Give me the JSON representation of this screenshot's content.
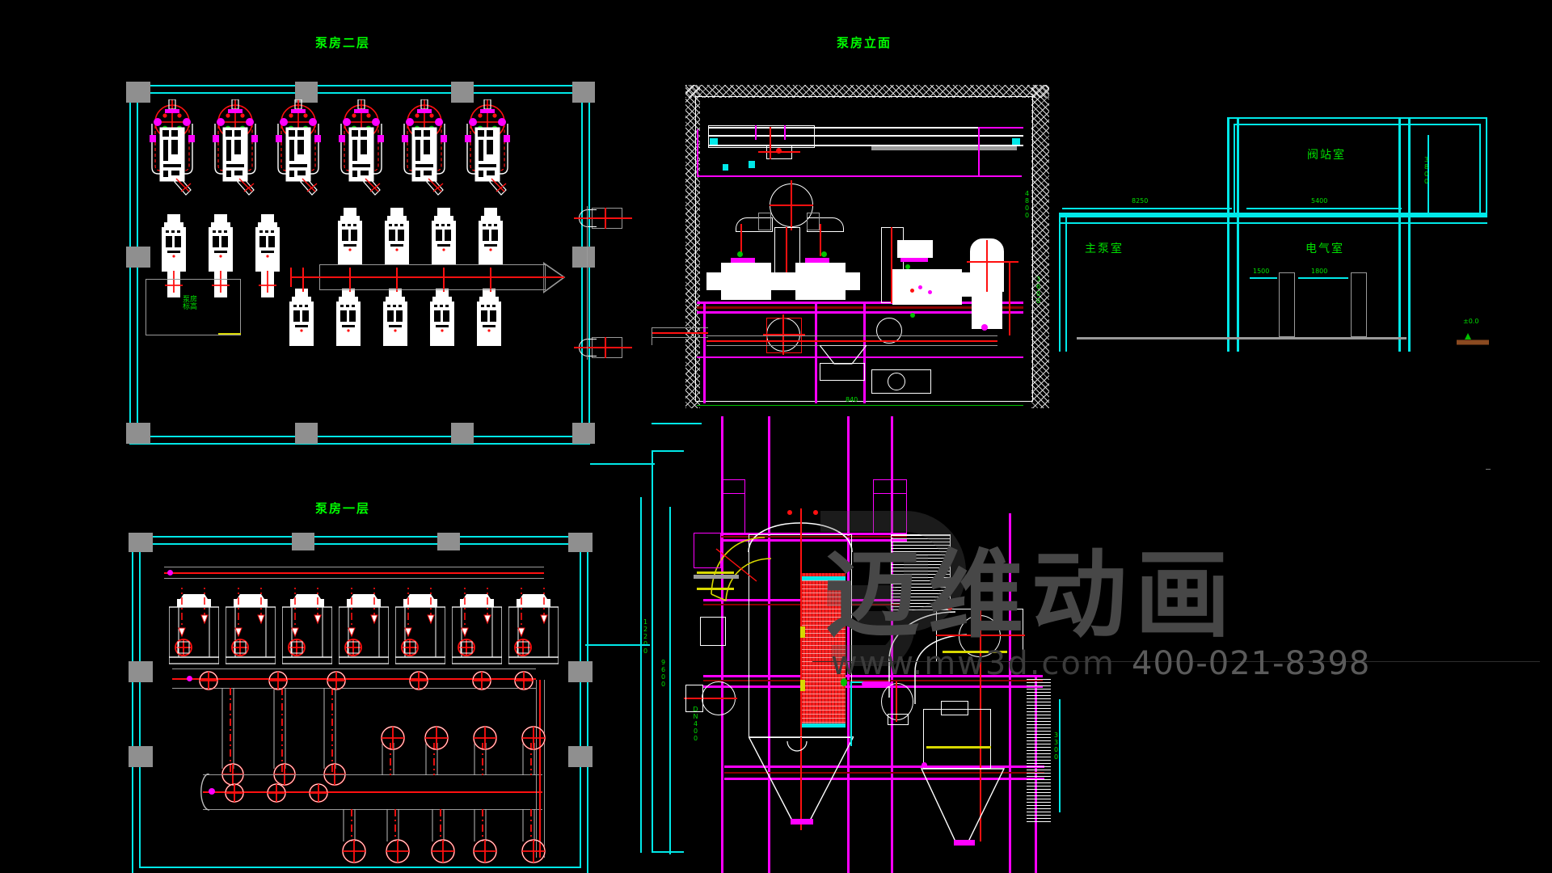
{
  "document": {
    "type": "cad-drawing",
    "background_color": "#000000",
    "app": "AutoCAD model space"
  },
  "viewports": [
    {
      "id": "plan2f",
      "title": "泵房二层",
      "title_color": "#00ff00"
    },
    {
      "id": "elev",
      "title": "泵房立面",
      "title_color": "#00ff00"
    },
    {
      "id": "plan1f",
      "title": "泵房一层",
      "title_color": "#00ff00"
    },
    {
      "id": "section",
      "title": "",
      "title_color": "#00ff00"
    }
  ],
  "titles": {
    "plan_second_floor": "泵房二层",
    "elevation": "泵房立面",
    "plan_first_floor": "泵房一层"
  },
  "room_labels": [
    {
      "name": "valve-station-room",
      "text": "阀站室"
    },
    {
      "name": "main-pump-room",
      "text": "主泵室"
    },
    {
      "name": "electrical-room",
      "text": "电气室"
    }
  ],
  "dimensions": {
    "elev_left_span": "8250",
    "elev_right_span": "5400",
    "elev_right_height": "3800",
    "elev_left_height": "4800",
    "elev_base_height": "3600",
    "elev_bottom_total": "840",
    "door_left": "1500",
    "door_right": "1800",
    "ground_mark": "±0.0",
    "section_v1": "12200",
    "section_v2": "9600",
    "section_v3": "3300",
    "misc_note": "DN400"
  },
  "plan_note": "泵房\n标高",
  "colors": {
    "wall_cyan": "#00e8e8",
    "equipment_white": "#ffffff",
    "pipe_red": "#ff1010",
    "valve_magenta": "#ff00ff",
    "text_green": "#00ff00",
    "column_gray": "#8f8f8f",
    "accent_yellow": "#d8d800"
  },
  "watermark": {
    "brand": "迈维动画",
    "url": "www.mw3d.com",
    "phone": "400-021-8398",
    "color": "#4a4a4a"
  },
  "counts": {
    "second_floor_top_pumps": 6,
    "second_floor_mid_pumps": 3,
    "second_floor_right_pumps": 4,
    "second_floor_bottom_pumps": 5,
    "first_floor_pump_bases": 7,
    "first_floor_branch_valves_upper": 3,
    "first_floor_branch_valves_lower": 5
  }
}
